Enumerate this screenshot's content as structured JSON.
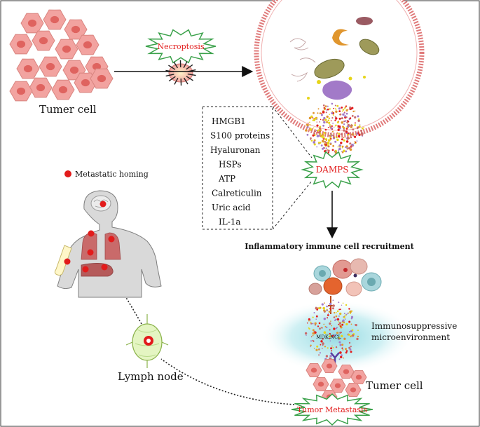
{
  "labels": {
    "tumor_cell_top": "Tumer cell",
    "necroptosis": "Necroptosis",
    "damps": "DAMPS",
    "recruitment": "Inflammatory immune cell recruitment",
    "immuno_line1": "Immunosuppressive",
    "immuno_line2": "microenvironment",
    "mdk_ncl": "MDK-NCL",
    "tumor_cell_bottom": "Tumer cell",
    "tumor_metastasis": "Tumor Metastasis",
    "lymph_node": "Lymph node",
    "metastatic_homing": "Metastatic homing"
  },
  "damps_list": [
    "HMGB1",
    "S100 proteins",
    "Hyaluronan",
    "HSPs",
    "ATP",
    "Calreticulin",
    "Uric acid",
    "IL-1a"
  ],
  "colors": {
    "tumor_cell": "#f2a3a0",
    "tumor_nucleus": "#d9534f",
    "accent_red": "#e21b1b",
    "starburst_stroke": "#3aa14a",
    "microenvironment": "#7fd3dc",
    "organ": "#c96a6a",
    "body": "#d9d9d9"
  }
}
